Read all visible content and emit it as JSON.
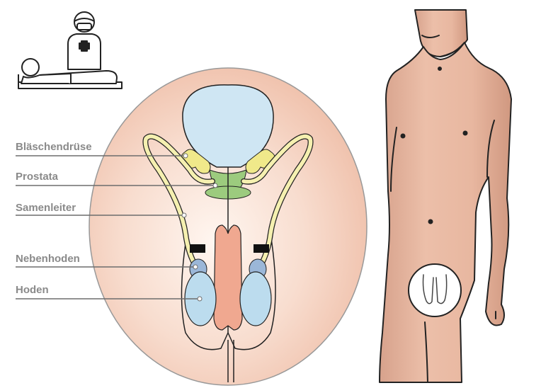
{
  "labels": [
    {
      "id": "blaeschendruese",
      "text": "Bläschendrüse"
    },
    {
      "id": "prostata",
      "text": "Prostata"
    },
    {
      "id": "samenleiter",
      "text": "Samenleiter"
    },
    {
      "id": "nebenhoden",
      "text": "Nebenhoden"
    },
    {
      "id": "hoden",
      "text": "Hoden"
    }
  ],
  "colors": {
    "skin": "#e9b8a2",
    "skin_shadow": "#d9a08a",
    "circle_bg": "#f3cdbb",
    "bladder": "#cfe6f3",
    "prostate": "#9ccb7e",
    "seminal_vesicle": "#f0e98a",
    "vas_deferens": "#f5f0b0",
    "testis": "#bcdcee",
    "epididymis": "#9bb7d8",
    "penis": "#f0a890",
    "clip": "#111111",
    "label": "#8a8a8a",
    "leader": "#6d6d6d"
  },
  "icons": [
    "doctor-icon",
    "patient-icon"
  ]
}
